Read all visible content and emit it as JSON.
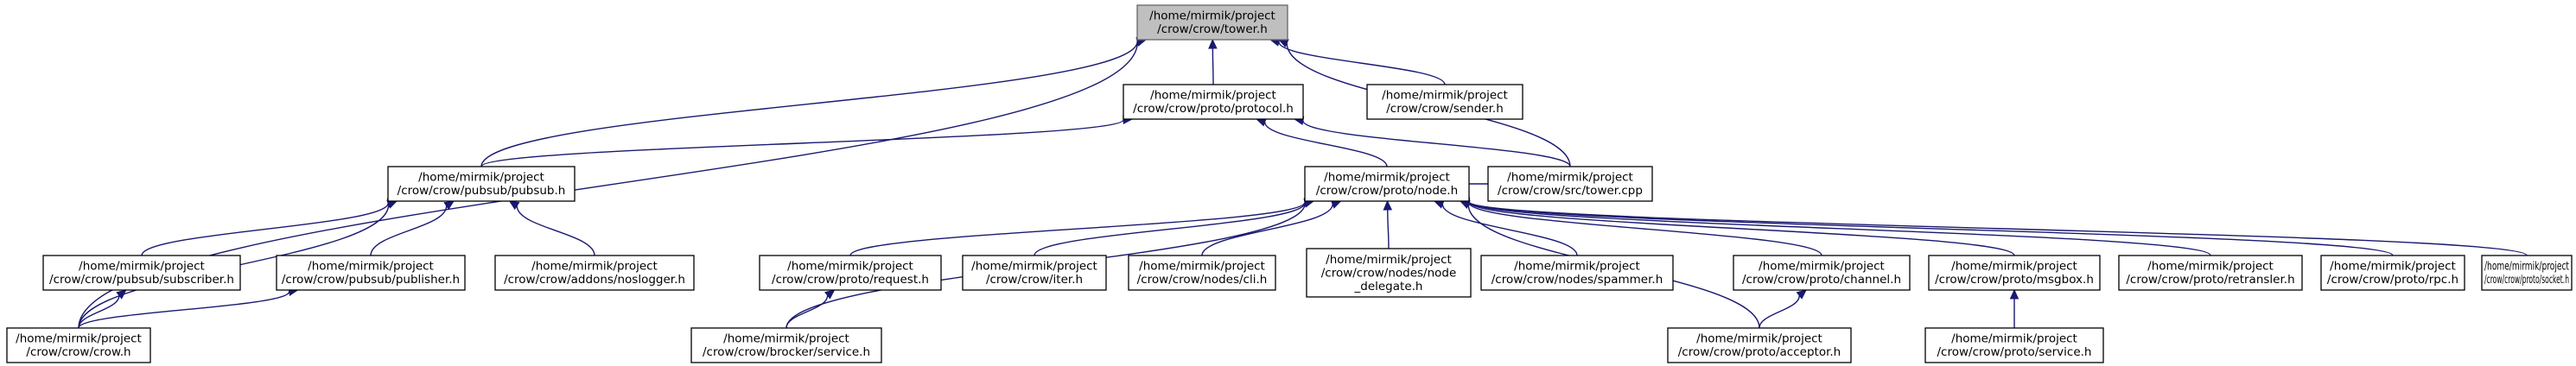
{
  "diagram": {
    "type": "include-dependency-graph",
    "colors": {
      "edge": "#191970",
      "root_fill": "#bfbfbf",
      "node_fill": "#ffffff",
      "node_border": "#000000"
    },
    "nodes": [
      {
        "id": "tower_h",
        "lines": [
          "/home/mirmik/project",
          "/crow/crow/tower.h"
        ],
        "root": true
      },
      {
        "id": "protocol_h",
        "lines": [
          "/home/mirmik/project",
          "/crow/crow/proto/protocol.h"
        ]
      },
      {
        "id": "sender_h",
        "lines": [
          "/home/mirmik/project",
          "/crow/crow/sender.h"
        ]
      },
      {
        "id": "pubsub_h",
        "lines": [
          "/home/mirmik/project",
          "/crow/crow/pubsub/pubsub.h"
        ]
      },
      {
        "id": "node_h",
        "lines": [
          "/home/mirmik/project",
          "/crow/crow/proto/node.h"
        ]
      },
      {
        "id": "tower_cpp",
        "lines": [
          "/home/mirmik/project",
          "/crow/crow/src/tower.cpp"
        ]
      },
      {
        "id": "subscriber_h",
        "lines": [
          "/home/mirmik/project",
          "/crow/crow/pubsub/subscriber.h"
        ]
      },
      {
        "id": "publisher_h",
        "lines": [
          "/home/mirmik/project",
          "/crow/crow/pubsub/publisher.h"
        ]
      },
      {
        "id": "noslogger_h",
        "lines": [
          "/home/mirmik/project",
          "/crow/crow/addons/noslogger.h"
        ]
      },
      {
        "id": "request_h",
        "lines": [
          "/home/mirmik/project",
          "/crow/crow/proto/request.h"
        ]
      },
      {
        "id": "iter_h",
        "lines": [
          "/home/mirmik/project",
          "/crow/crow/iter.h"
        ]
      },
      {
        "id": "cli_h",
        "lines": [
          "/home/mirmik/project",
          "/crow/crow/nodes/cli.h"
        ]
      },
      {
        "id": "node_delegate_h",
        "lines": [
          "/home/mirmik/project",
          "/crow/crow/nodes/node",
          "_delegate.h"
        ]
      },
      {
        "id": "spammer_h",
        "lines": [
          "/home/mirmik/project",
          "/crow/crow/nodes/spammer.h"
        ]
      },
      {
        "id": "channel_h",
        "lines": [
          "/home/mirmik/project",
          "/crow/crow/proto/channel.h"
        ]
      },
      {
        "id": "msgbox_h",
        "lines": [
          "/home/mirmik/project",
          "/crow/crow/proto/msgbox.h"
        ]
      },
      {
        "id": "retransler_h",
        "lines": [
          "/home/mirmik/project",
          "/crow/crow/proto/retransler.h"
        ]
      },
      {
        "id": "rpc_h",
        "lines": [
          "/home/mirmik/project",
          "/crow/crow/proto/rpc.h"
        ]
      },
      {
        "id": "socket_h",
        "lines": [
          "/home/mirmik/project",
          "/crow/crow/proto/socket.h"
        ]
      },
      {
        "id": "crow_h",
        "lines": [
          "/home/mirmik/project",
          "/crow/crow/crow.h"
        ]
      },
      {
        "id": "service_brocker_h",
        "lines": [
          "/home/mirmik/project",
          "/crow/crow/brocker/service.h"
        ]
      },
      {
        "id": "acceptor_h",
        "lines": [
          "/home/mirmik/project",
          "/crow/crow/proto/acceptor.h"
        ]
      },
      {
        "id": "service_proto_h",
        "lines": [
          "/home/mirmik/project",
          "/crow/crow/proto/service.h"
        ]
      }
    ],
    "edges": [
      {
        "from": "tower_h",
        "to": "protocol_h"
      },
      {
        "from": "tower_h",
        "to": "sender_h"
      },
      {
        "from": "tower_h",
        "to": "pubsub_h"
      },
      {
        "from": "tower_h",
        "to": "tower_cpp"
      },
      {
        "from": "tower_h",
        "to": "crow_h"
      },
      {
        "from": "protocol_h",
        "to": "pubsub_h"
      },
      {
        "from": "protocol_h",
        "to": "node_h"
      },
      {
        "from": "protocol_h",
        "to": "tower_cpp"
      },
      {
        "from": "pubsub_h",
        "to": "subscriber_h"
      },
      {
        "from": "pubsub_h",
        "to": "publisher_h"
      },
      {
        "from": "pubsub_h",
        "to": "noslogger_h"
      },
      {
        "from": "pubsub_h",
        "to": "crow_h"
      },
      {
        "from": "node_h",
        "to": "tower_cpp"
      },
      {
        "from": "node_h",
        "to": "request_h"
      },
      {
        "from": "node_h",
        "to": "iter_h"
      },
      {
        "from": "node_h",
        "to": "cli_h"
      },
      {
        "from": "node_h",
        "to": "node_delegate_h"
      },
      {
        "from": "node_h",
        "to": "spammer_h"
      },
      {
        "from": "node_h",
        "to": "channel_h"
      },
      {
        "from": "node_h",
        "to": "msgbox_h"
      },
      {
        "from": "node_h",
        "to": "retransler_h"
      },
      {
        "from": "node_h",
        "to": "rpc_h"
      },
      {
        "from": "node_h",
        "to": "socket_h"
      },
      {
        "from": "node_h",
        "to": "service_brocker_h"
      },
      {
        "from": "node_h",
        "to": "acceptor_h"
      },
      {
        "from": "subscriber_h",
        "to": "crow_h"
      },
      {
        "from": "publisher_h",
        "to": "crow_h"
      },
      {
        "from": "request_h",
        "to": "service_brocker_h"
      },
      {
        "from": "channel_h",
        "to": "acceptor_h"
      },
      {
        "from": "msgbox_h",
        "to": "service_proto_h"
      }
    ]
  }
}
